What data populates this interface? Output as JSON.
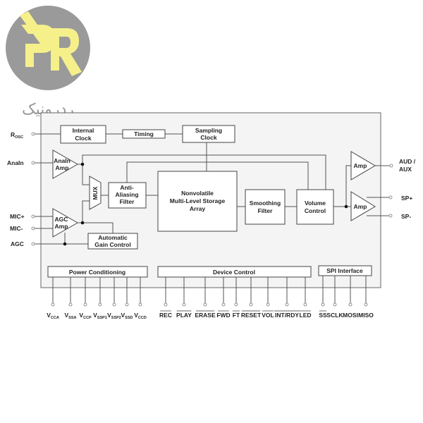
{
  "logo": {
    "brand_text": "ردرونیک",
    "colors": {
      "circle": "#9a9a9a",
      "letters": "#f5f08a"
    }
  },
  "blocks": {
    "internal_clock": [
      "Internal",
      "Clock"
    ],
    "timing": "Timing",
    "sampling_clock": [
      "Sampling",
      "Clock"
    ],
    "anain_amp": [
      "AnaIn",
      "Amp"
    ],
    "agc_amp": [
      "AGC",
      "Amp"
    ],
    "mux": "MUX",
    "anti_aliasing": [
      "Anti-",
      "Aliasing",
      "Filter"
    ],
    "storage": [
      "Nonvolatile",
      "Multi-Level Storage",
      "Array"
    ],
    "smoothing": [
      "Smoothing",
      "Filter"
    ],
    "volume": [
      "Volume",
      "Control"
    ],
    "amp_top": "Amp",
    "amp_bottom": "Amp",
    "agc_block": [
      "Automatic",
      "Gain Control"
    ],
    "power": "Power Conditioning",
    "device": "Device Control",
    "spi": "SPI Interface"
  },
  "left_pins": {
    "rosc": "R",
    "rosc_sub": "OSC",
    "anain": "AnaIn",
    "mic_plus": "MIC+",
    "mic_minus": "MIC-",
    "agc": "AGC"
  },
  "right_pins": {
    "aud": [
      "AUD /",
      "AUX"
    ],
    "sp_plus": "SP+",
    "sp_minus": "SP-"
  },
  "power_pins": [
    {
      "v": "V",
      "sub": "CCA"
    },
    {
      "v": "V",
      "sub": "SSA"
    },
    {
      "v": "V",
      "sub": "CCP"
    },
    {
      "v": "V",
      "sub": "SSP1"
    },
    {
      "v": "V",
      "sub": "SSP2"
    },
    {
      "v": "V",
      "sub": "SSD"
    },
    {
      "v": "V",
      "sub": "CCD"
    }
  ],
  "device_pins": [
    "REC",
    "PLAY",
    "ERASE",
    "FWD",
    "FT",
    "RESET",
    "VOL",
    "INT/RDY",
    "LED"
  ],
  "spi_pins": [
    "SS",
    "SCLK",
    "MOSI",
    "MISO"
  ]
}
